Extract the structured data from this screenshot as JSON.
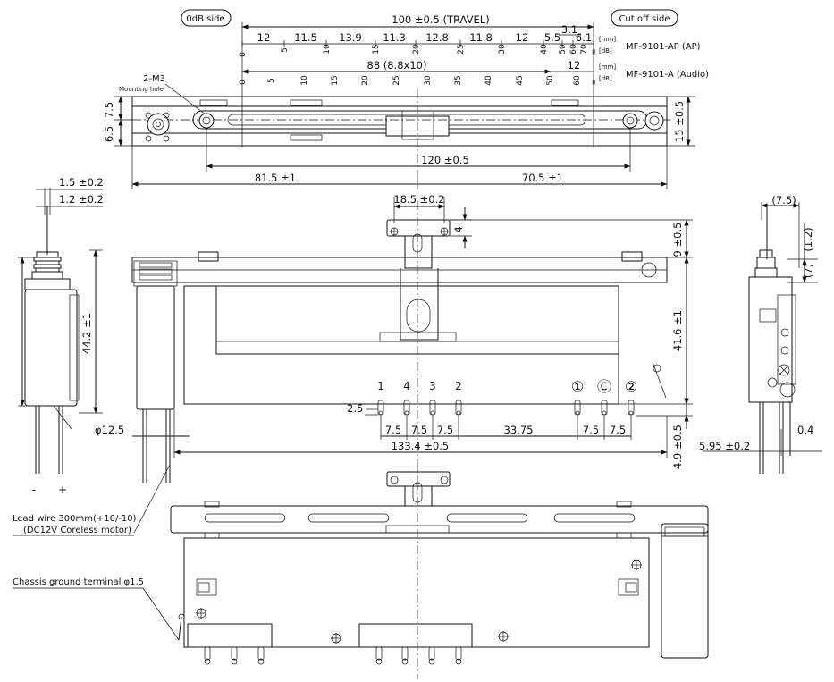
{
  "labels": {
    "odb_side": "0dB side",
    "cutoff_side": "Cut off side",
    "travel": "100 ±0.5 (TRAVEL)",
    "mm": "[mm]",
    "db": "[dB]",
    "ap_model": "MF-9101-AP (AP)",
    "audio_model": "MF-9101-A (Audio)",
    "audio_88": "88 (8.8x10)",
    "audio_12": "12",
    "val_3_1": "3.1",
    "m3": "2-M3",
    "mounting_hole": "Mounting hole",
    "lead_wire_1": "Lead wire 300mm(+10/-10)",
    "lead_wire_2": "(DC12V Coreless motor)",
    "chassis_ground": "Chassis ground terminal φ1.5",
    "minus": "-",
    "plus": "+"
  },
  "ap_scale": {
    "mm": [
      "12",
      "11.5",
      "13.9",
      "11.3",
      "12.8",
      "11.8",
      "12",
      "5.5",
      "6.1"
    ],
    "db": [
      "0",
      "5",
      "10",
      "15",
      "20",
      "25",
      "30",
      "40",
      "50",
      "60",
      "70",
      "∞"
    ]
  },
  "audio_scale": {
    "db": [
      "0",
      "5",
      "10",
      "15",
      "20",
      "25",
      "30",
      "35",
      "40",
      "45",
      "50",
      "60",
      "∞"
    ]
  },
  "dims": {
    "d6_5": "6.5",
    "d7_5": "7.5",
    "d15": "15 ±0.5",
    "d120": "120 ±0.5",
    "d81_5": "81.5 ±1",
    "d70_5": "70.5 ±1",
    "d1_5": "1.5 ±0.2",
    "d1_2": "1.2 ±0.2",
    "d44_2": "44.2 ±1",
    "d12_5": "φ12.5",
    "d18_5": "18.5 ±0.2",
    "d4": "4",
    "d9": "9 ±0.5",
    "d41_6": "41.6 ±1",
    "d2_5": "2.5",
    "d7_5a": "7.5",
    "d7_5b": "7.5",
    "d7_5c": "7.5",
    "d33_75": "33.75",
    "d7_5d": "7.5",
    "d7_5e": "7.5",
    "d133_4": "133.4 ±0.5",
    "d4_9": "4.9 ±0.5",
    "d7_5r": "(7.5)",
    "d1_2r": "(1.2)",
    "d7r": "(7)",
    "d5_95": "5.95 ±0.2",
    "d0_4": "0.4"
  },
  "pins": [
    "1",
    "4",
    "3",
    "2",
    "①",
    "Ⓒ",
    "②"
  ],
  "colors": {
    "line": "#111111",
    "annotation": "#1b5e3a"
  }
}
